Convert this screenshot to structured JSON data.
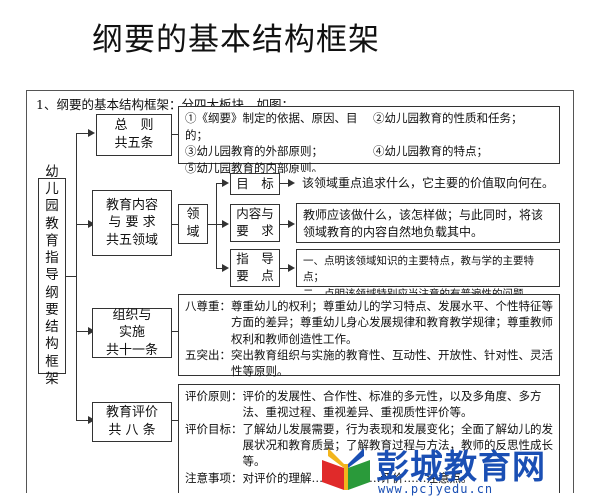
{
  "page_title": "纲要的基本结构框架",
  "heading": "1、纲要的基本结构框架：分四大板块，如图：",
  "root": [
    "幼",
    "儿",
    "园",
    "教",
    "育",
    "指",
    "导",
    "纲",
    "要",
    "结",
    "构",
    "框",
    "架"
  ],
  "sections": [
    {
      "label": [
        "总　则",
        "共五条"
      ],
      "items": [
        "①《纲要》制定的依据、原因、目的；",
        "②幼儿园教育的性质和任务；",
        "③幼儿园教育的外部原则；",
        "④幼儿园教育的特点；",
        "⑤幼儿园教育的内部原则。"
      ]
    },
    {
      "label": [
        "教育内容",
        "与 要 求",
        "共五领域"
      ],
      "domain_label": [
        "领",
        "域"
      ],
      "subs": [
        {
          "label": [
            "目　标"
          ],
          "text": "该领域重点追求什么，它主要的价值取向何在。"
        },
        {
          "label": [
            "内容与",
            "要　求"
          ],
          "text": "教师应该做什么，该怎样做；与此同时，将该领域教育的内容自然地负载其中。"
        },
        {
          "label": [
            "指　导",
            "要　点"
          ],
          "lines": [
            "一、点明该领域知识的主要特点，教与学的主要特点；",
            "二、点明该领域特别应当注意的有普遍性的问题。"
          ]
        }
      ]
    },
    {
      "label": [
        "组织与",
        "实施",
        "共十一条"
      ],
      "entries": [
        {
          "key": "八尊重：",
          "text": "尊重幼儿的权利；尊重幼儿的学习特点、发展水平、个性特征等方面的差异；尊重幼儿身心发展规律和教育教学规律；尊重教师权利和教师创造性工作。"
        },
        {
          "key": "五突出：",
          "text": "突出教育组织与实施的教育性、互动性、开放性、针对性、灵活性等原则。"
        }
      ]
    },
    {
      "label": [
        "教育评价",
        "共 八 条"
      ],
      "entries": [
        {
          "key": "评价原则：",
          "text": "评价的发展性、合作性、标准的多元性，以及多角度、多方法、重视过程、重视差异、重视质性评价等。"
        },
        {
          "key": "评价目标：",
          "text": "了解幼儿发展需要，行为表现和发展变化；全面了解幼儿的发展状况和教育质量；了解教育过程与方法，教师的反思性成长等。"
        },
        {
          "key": "注意事项：",
          "text": "对评价的理解……评价……评价……注意点。"
        }
      ]
    }
  ],
  "watermark": {
    "name": "彭城教育网",
    "url": "www.pcjyedu.cn"
  },
  "colors": {
    "accent": "#1a4fb4",
    "line": "#333333"
  }
}
